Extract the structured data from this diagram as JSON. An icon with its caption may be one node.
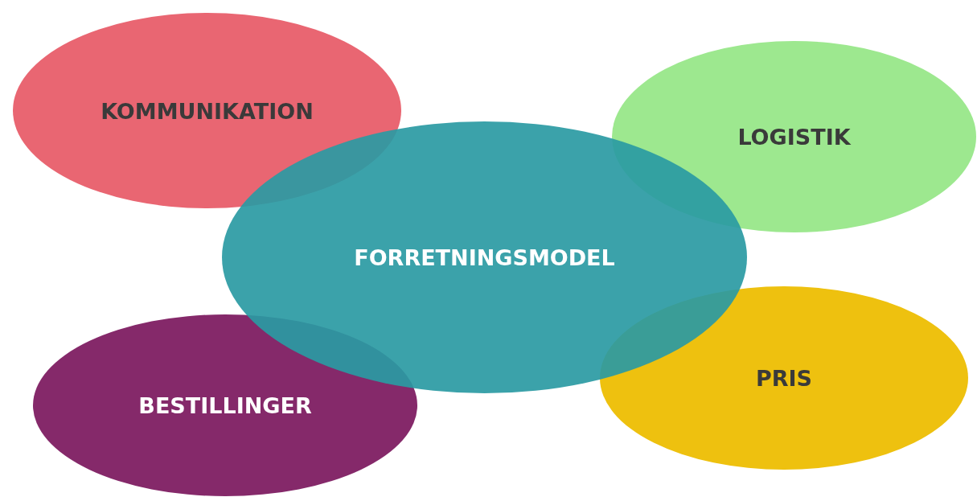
{
  "diagram": {
    "nodes": [
      {
        "text": [
          "KOMMUNIKATION"
        ]
      },
      {
        "text": [
          "LOGISTIK"
        ]
      },
      {
        "text": [
          "FORRETNINGSMODEL"
        ]
      },
      {
        "text": [
          "BESTILLINGER"
        ]
      },
      {
        "text": [
          "PRIS"
        ]
      }
    ]
  }
}
